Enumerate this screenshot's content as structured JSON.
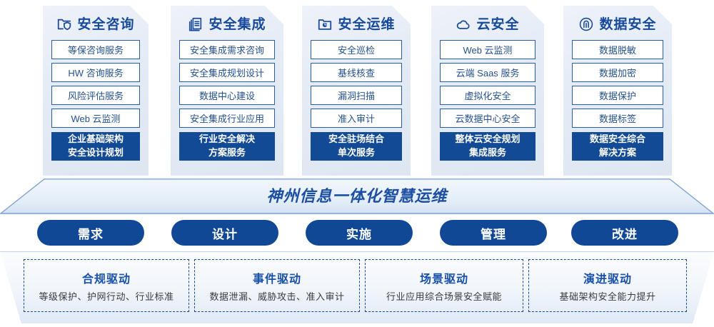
{
  "pillars": [
    {
      "icon": "folder-shield-icon",
      "title": "安全咨询",
      "items": [
        "等保咨询服务",
        "HW 咨询服务",
        "风险评估服务",
        "Web 云监测"
      ],
      "summary": [
        "企业基础架构",
        "安全设计规划"
      ]
    },
    {
      "icon": "documents-stack-icon",
      "title": "安全集成",
      "items": [
        "安全集成需求咨询",
        "安全集成规划设计",
        "数据中心建设",
        "安全集成行业应用"
      ],
      "summary": [
        "行业安全解决",
        "方案服务"
      ]
    },
    {
      "icon": "folder-chart-icon",
      "title": "安全运维",
      "items": [
        "安全巡检",
        "基线核查",
        "漏洞扫描",
        "准入审计"
      ],
      "summary": [
        "安全驻场结合",
        "单次服务"
      ]
    },
    {
      "icon": "cloud-icon",
      "title": "云安全",
      "items": [
        "Web 云监测",
        "云端 Saas 服务",
        "虚拟化安全",
        "云数据中心安全"
      ],
      "summary": [
        "整体云安全规划",
        "集成服务"
      ]
    },
    {
      "icon": "fingerprint-icon",
      "title": "数据安全",
      "items": [
        "数据脱敏",
        "数据加密",
        "数据保护",
        "数据标签"
      ],
      "summary": [
        "数据安全综合",
        "解决方案"
      ]
    }
  ],
  "banner": {
    "title": "神州信息一体化智慧运维"
  },
  "phases": [
    {
      "label": "需求"
    },
    {
      "label": "设计"
    },
    {
      "label": "实施"
    },
    {
      "label": "管理"
    },
    {
      "label": "改进"
    }
  ],
  "drivers": [
    {
      "title": "合规驱动",
      "desc": "等级保护、护网行动、行业标准"
    },
    {
      "title": "事件驱动",
      "desc": "数据泄漏、威胁攻击、准入审计"
    },
    {
      "title": "场景驱动",
      "desc": "行业应用综合场景安全赋能"
    },
    {
      "title": "演进驱动",
      "desc": "基础架构安全能力提升"
    }
  ],
  "colors": {
    "brand_blue": "#124a96",
    "title_blue": "#184a9c",
    "item_border": "#2a5caa",
    "item_text": "#25518f",
    "dashed_border": "#17479e"
  }
}
